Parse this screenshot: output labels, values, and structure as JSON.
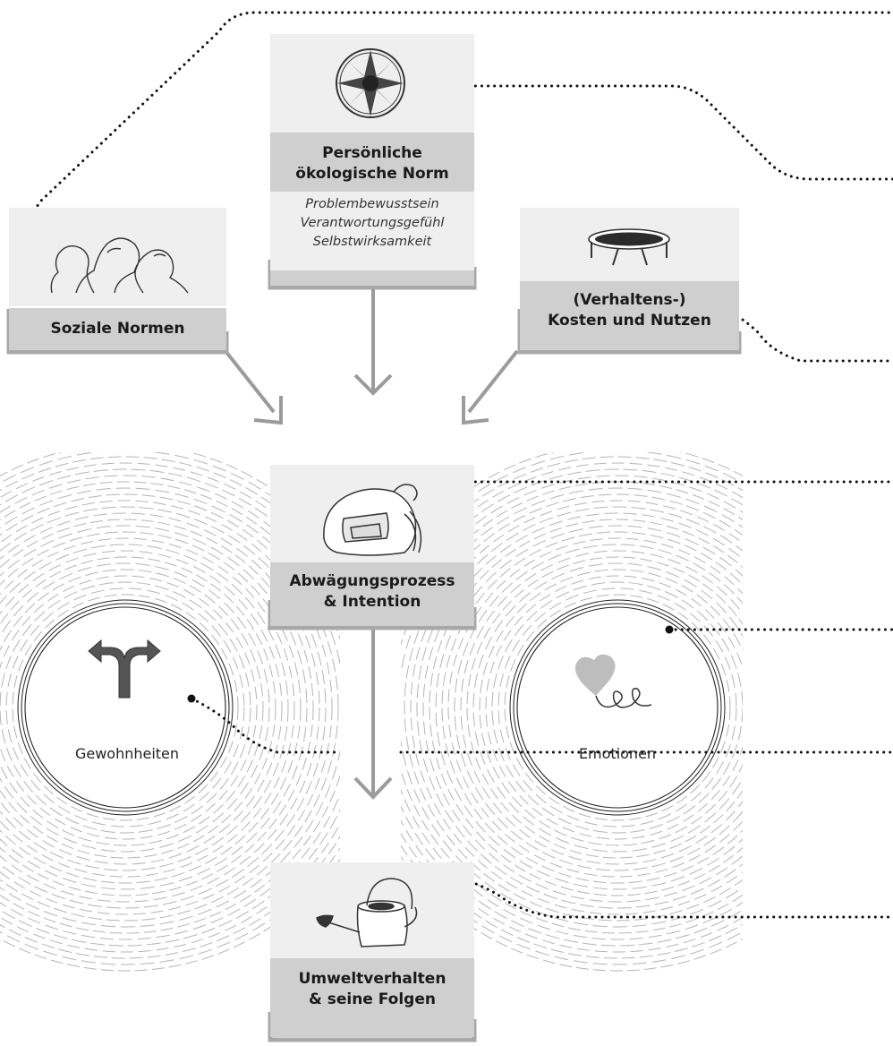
{
  "nodes": {
    "soziale_normen": {
      "label": "Soziale Normen",
      "icon": "people-group-icon"
    },
    "persoenliche_norm": {
      "label_line1": "Persönliche",
      "label_line2": "ökologische Norm",
      "sub1": "Problembewusstsein",
      "sub2": "Verantwortungsgefühl",
      "sub3": "Selbstwirksamkeit",
      "icon": "compass-rose-icon"
    },
    "kosten_nutzen": {
      "label_line1": "(Verhaltens-)",
      "label_line2": "Kosten und Nutzen",
      "icon": "trampoline-icon"
    },
    "abwaegung": {
      "label_line1": "Abwägungsprozess",
      "label_line2": "& Intention",
      "icon": "backpack-icon"
    },
    "gewohnheiten": {
      "label": "Gewohnheiten",
      "icon": "fork-road-arrow-icon"
    },
    "emotionen": {
      "label": "Emotionen",
      "icon": "heart-balloon-icon"
    },
    "umweltverhalten": {
      "label_line1": "Umweltverhalten",
      "label_line2": "& seine Folgen",
      "icon": "watering-can-icon"
    }
  },
  "colors": {
    "card_top": "#efefef",
    "card_label": "#cfcfcf",
    "arrow": "#9b9b9b",
    "leader": "#111111",
    "rings": "#b5b5b5",
    "heart": "#bdbdbd",
    "fork": "#555555"
  }
}
